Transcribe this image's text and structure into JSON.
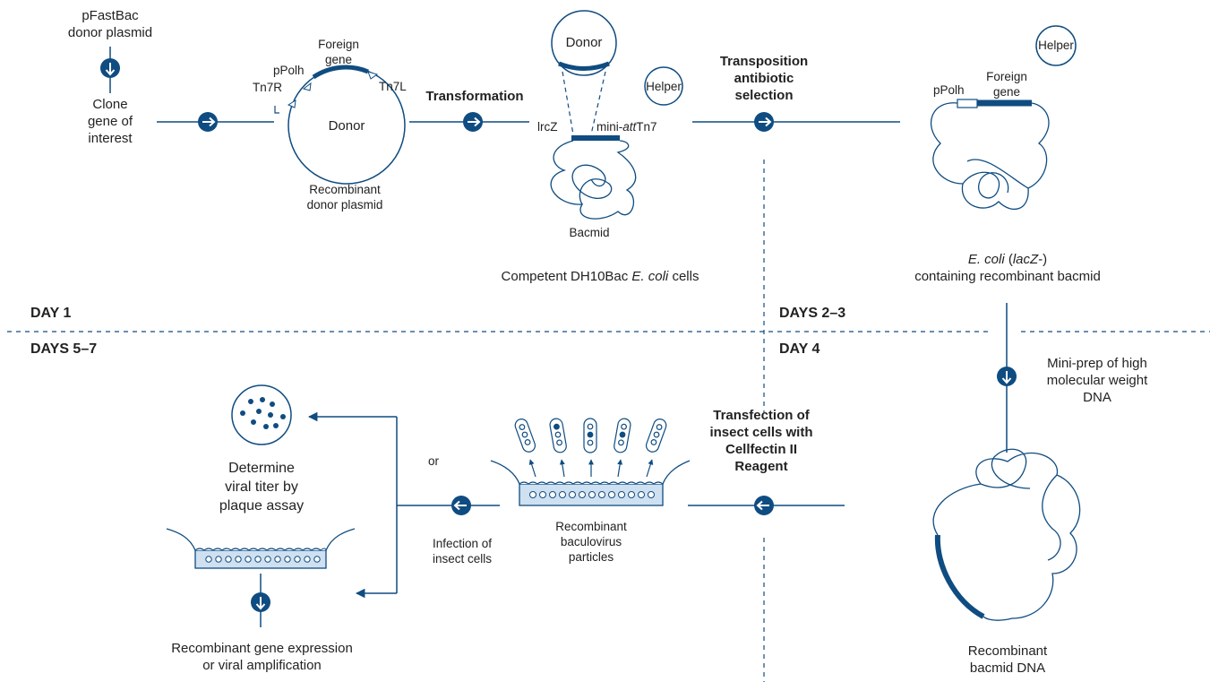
{
  "day_labels": {
    "day1": "DAY 1",
    "days23": "DAYS 2–3",
    "days57": "DAYS 5–7",
    "day4": "DAY 4"
  },
  "step1": {
    "pfastbac_line1": "pFastBac",
    "pfastbac_line2": "donor plasmid",
    "clone_line1": "Clone",
    "clone_line2": "gene of",
    "clone_line3": "interest"
  },
  "donor_plasmid": {
    "foreign_gene_line1": "Foreign",
    "foreign_gene_line2": "gene",
    "ppolh": "pPolh",
    "tn7r": "Tn7R",
    "tn7l": "Tn7L",
    "donor": "Donor",
    "caption_line1": "Recombinant",
    "caption_line2": "donor plasmid"
  },
  "transformation": {
    "label": "Transformation"
  },
  "competent_cells": {
    "donor": "Donor",
    "helper": "Helper",
    "lrcz": "lrcZ",
    "mini_prefix": "mini-",
    "mini_italic": "att",
    "mini_suffix": "Tn7",
    "bacmid": "Bacmid",
    "caption_prefix": "Competent DH10Bac ",
    "caption_italic": "E. coli",
    "caption_suffix": " cells"
  },
  "transposition": {
    "line1": "Transposition",
    "line2": "antibiotic",
    "line3": "selection"
  },
  "recombinant_ecoli": {
    "helper": "Helper",
    "ppolh": "pPolh",
    "foreign_line1": "Foreign",
    "foreign_line2": "gene",
    "caption_italic1": "E. coli",
    "caption_mid": " (",
    "caption_italic2": "lacZ",
    "caption_end": "-)",
    "caption_line2": "containing recombinant bacmid"
  },
  "miniprep": {
    "line1": "Mini-prep of high",
    "line2": "molecular weight",
    "line3": "DNA"
  },
  "bacmid_dna": {
    "line1": "Recombinant",
    "line2": "bacmid DNA"
  },
  "transfection": {
    "line1": "Transfection of",
    "line2": "insect cells with",
    "line3": "Cellfectin II",
    "line4": "Reagent"
  },
  "baculovirus": {
    "line1": "Recombinant",
    "line2": "baculovirus",
    "line3": "particles"
  },
  "infection": {
    "or": "or",
    "line1": "Infection of",
    "line2": "insect cells"
  },
  "titer": {
    "line1": "Determine",
    "line2": "viral titer by",
    "line3": "plaque assay"
  },
  "expression": {
    "line1": "Recombinant gene expression",
    "line2": "or viral amplification"
  },
  "colors": {
    "navy": "#0f4c81",
    "light_blue": "#cfe0f1",
    "text": "#222222"
  },
  "icons": [
    "arrow-down-icon",
    "arrow-right-icon",
    "arrow-left-icon"
  ]
}
